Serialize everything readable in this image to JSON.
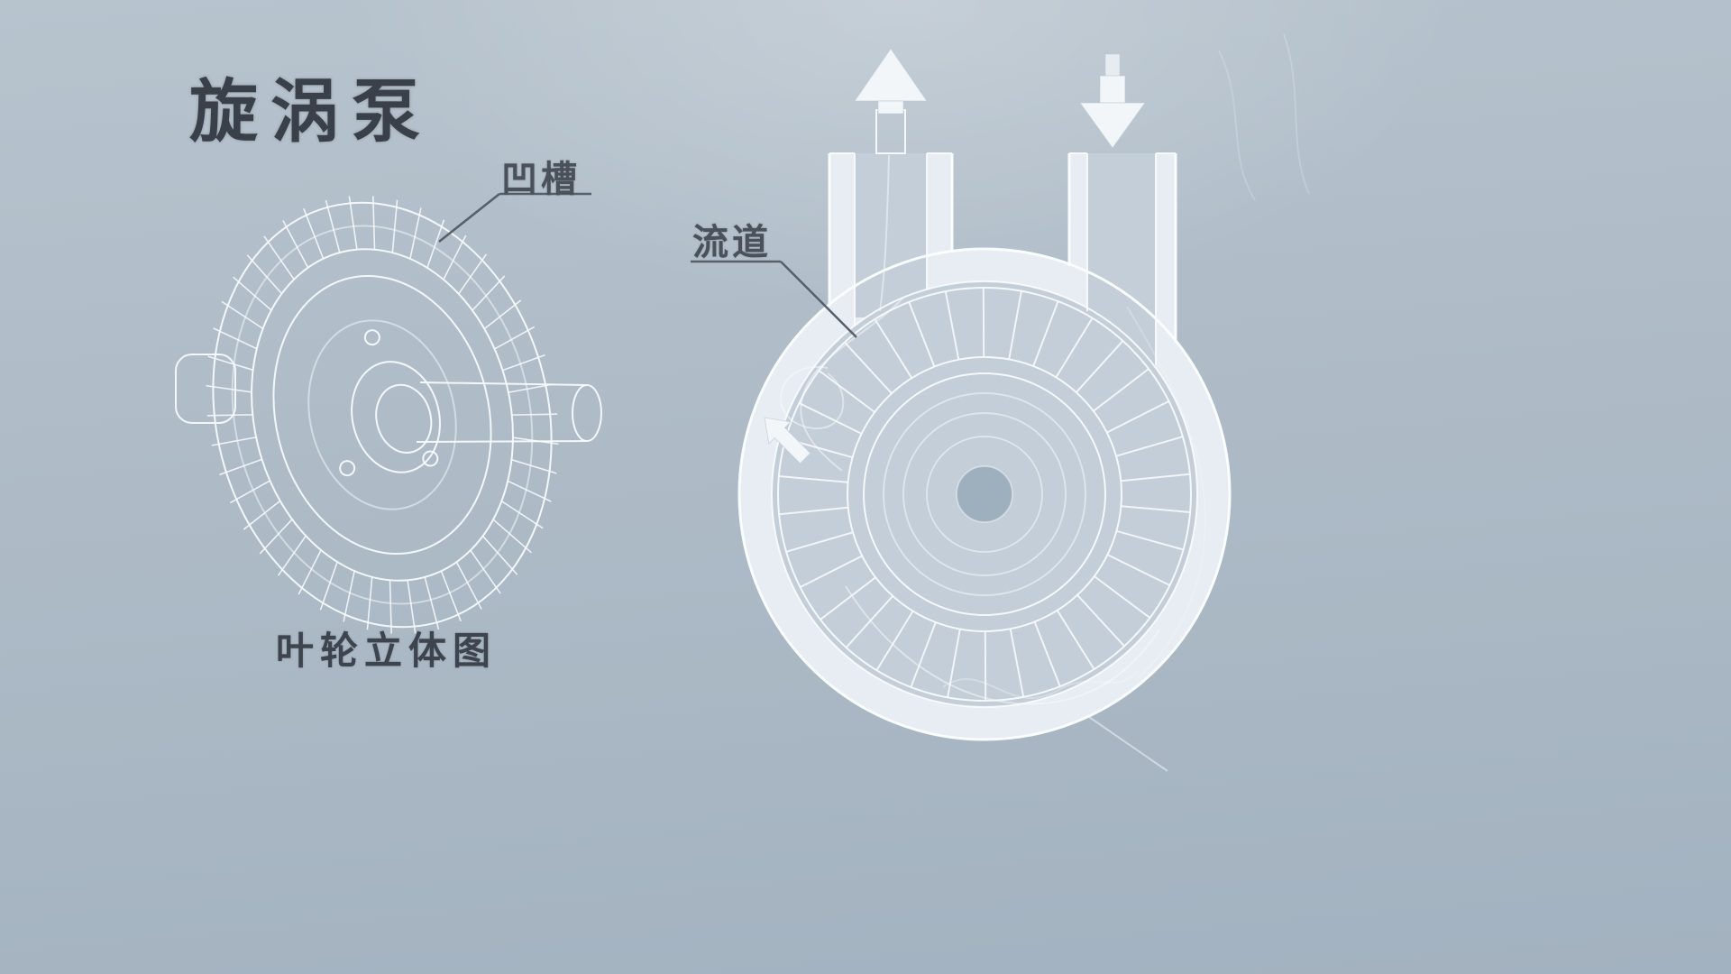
{
  "page": {
    "title": "旋涡泵"
  },
  "left_figure": {
    "callout": "凹槽",
    "caption": "叶轮立体图"
  },
  "right_figure": {
    "callout": "流道"
  },
  "icons": {
    "outlet_arrow": "up-arrow-icon",
    "inlet_arrow": "down-arrow-icon",
    "flow_arrow": "up-left-arrow-icon"
  },
  "colors": {
    "background_top": "#b7c3cd",
    "background_bottom": "#a3b2c0",
    "drawing_line": "#f8fbfd",
    "casing_fill": "#e7edf2",
    "interior_fill": "#c3ced8",
    "center_hole": "#9eb0be",
    "title_text": "#394049",
    "callout_text": "#4a515a"
  }
}
